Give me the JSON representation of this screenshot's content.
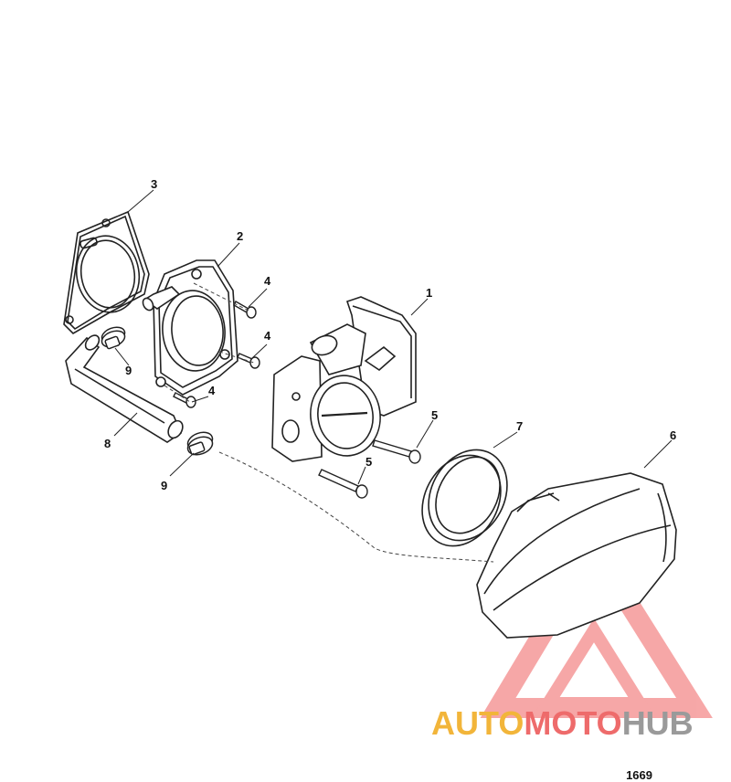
{
  "callouts": {
    "c1": "1",
    "c2": "2",
    "c3": "3",
    "c4a": "4",
    "c4b": "4",
    "c4c": "4",
    "c5a": "5",
    "c5b": "5",
    "c6": "6",
    "c7": "7",
    "c8": "8",
    "c9a": "9",
    "c9b": "9"
  },
  "figure_number": "1669",
  "watermark": {
    "part1": "AUTO",
    "part2": "MOTO",
    "part3": "HUB",
    "color_auto": "#f2b53a",
    "color_moto": "#ee6b6b",
    "color_hub": "#9a9a9a",
    "color_triangle": "#f06060"
  }
}
